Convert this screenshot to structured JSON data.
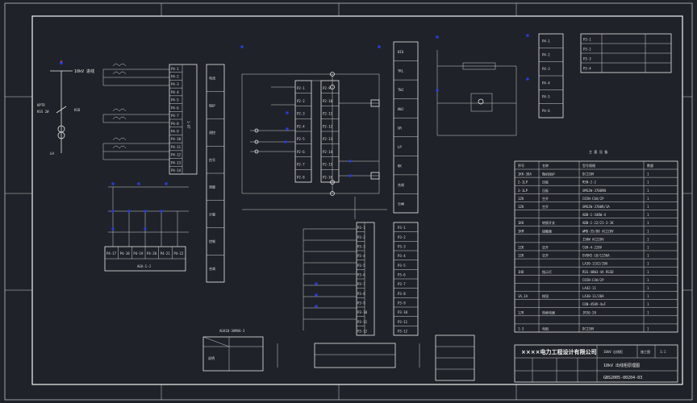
{
  "drawing": {
    "left_main": {
      "labels": [
        "10kV 进线",
        "KSD",
        "LH",
        "HPTR",
        "KSS 2W"
      ]
    },
    "terminal_left": {
      "header": "1-XT",
      "rows": [
        "P4-1",
        "P4-2",
        "P4-3",
        "P4-4",
        "P4-5",
        "P4-6",
        "P4-7",
        "P4-8",
        "P4-9",
        "P4-10",
        "P4-11",
        "P4-12",
        "P4-13",
        "P4-14"
      ]
    },
    "relay_col_1": {
      "items": [
        "电流",
        "保护",
        "测控",
        "信号",
        "测量",
        "计量",
        "控制",
        "合闸"
      ]
    },
    "relay_block_top": {
      "rows": [
        "P2-1",
        "P2-2",
        "P2-3",
        "P2-4",
        "P2-5",
        "P2-6",
        "P2-7",
        "P2-8",
        "P2-9",
        "P2-10",
        "P2-11",
        "P2-12",
        "P2-13",
        "P2-14",
        "P2-15",
        "P2-16"
      ]
    },
    "terminal_mid_top": {
      "rows": [
        "BIU",
        "YKL",
        "TWJ",
        "HWJ",
        "GR",
        "LP",
        "KK",
        "合闸",
        "分闸"
      ]
    },
    "terminal_mid_bottom": {
      "rows": [
        "P3-1",
        "P3-2",
        "P3-3",
        "P3-4",
        "P3-5",
        "P3-6",
        "P3-7",
        "P3-8",
        "P3-9",
        "P3-10",
        "P3-11",
        "P3-12"
      ]
    },
    "right_top_block": {
      "rows": [
        "P4-1",
        "P4-2",
        "P4-3",
        "P4-4",
        "P4-5",
        "P4-6"
      ]
    },
    "small_table": {
      "rows": [
        "P3-1",
        "P3-2",
        "P3-3",
        "P3-4"
      ]
    },
    "bottom_left_table": {
      "header": "AGA-1-J",
      "cells": [
        "P4-17",
        "P4-18",
        "P4-19",
        "P4-20",
        "P4-21",
        "P4-22"
      ]
    },
    "legend_box": {
      "title": "AGA18-3AMX6-3",
      "note": "说明"
    },
    "material_table": {
      "title": "主 要 设 备",
      "columns": [
        "序号",
        "名称",
        "型号规格",
        "数量"
      ],
      "rows": [
        [
          "1KK-38A",
          "微机保护",
          "DC220V",
          "1"
        ],
        [
          "2-1LP",
          "压板",
          "RSN-2-2",
          "1"
        ],
        [
          "3-1LP",
          "压板",
          "GMG2W-3700RN",
          "1"
        ],
        [
          "1ZK",
          "空开",
          "C65N-C6A/2P",
          "1"
        ],
        [
          "1ZK",
          "空开",
          "GMG2W-3700R/1A",
          "1"
        ],
        [
          "",
          "",
          "ABB-1-340W-4",
          "1"
        ],
        [
          "1KK",
          "转换开关",
          "ABB-1-22/21-3-1K",
          "1"
        ],
        [
          "1KM",
          "接触器",
          "WMD-55/B8 AC220V",
          "1"
        ],
        [
          "",
          "",
          "150W AC220V",
          "1"
        ],
        [
          "1ZK",
          "空开",
          "C6H-4-220V",
          "1"
        ],
        [
          "1ZK",
          "空开",
          "EVOKE-10/1250A",
          "1"
        ],
        [
          "",
          "",
          "LA30-11X2/20A",
          "1"
        ],
        [
          "1HD",
          "指示灯",
          "RSS-40W3-4A RSSD",
          "1"
        ],
        [
          "",
          "",
          "C65N-C4A/2P",
          "1"
        ],
        [
          "",
          "",
          "LA42-11",
          "1"
        ],
        [
          "1A,1A",
          "按钮",
          "LA30-11/20A",
          "1"
        ],
        [
          "",
          "",
          "C6N-450V-4uF",
          "1"
        ],
        [
          "1JR",
          "热继电器",
          "JR36-20",
          "1"
        ],
        [
          "",
          "",
          "",
          ""
        ],
        [
          "1-3",
          "电阻",
          "DC220V",
          "1"
        ]
      ]
    },
    "title_block": {
      "company": "××××电力工程设计有限公司",
      "project": "10kV 出线柜",
      "drawing_name": "10kV 出线柜原理图",
      "drawing_no": "GBS2005-00204-03",
      "stage": "施工图",
      "scale": "1:1"
    }
  }
}
